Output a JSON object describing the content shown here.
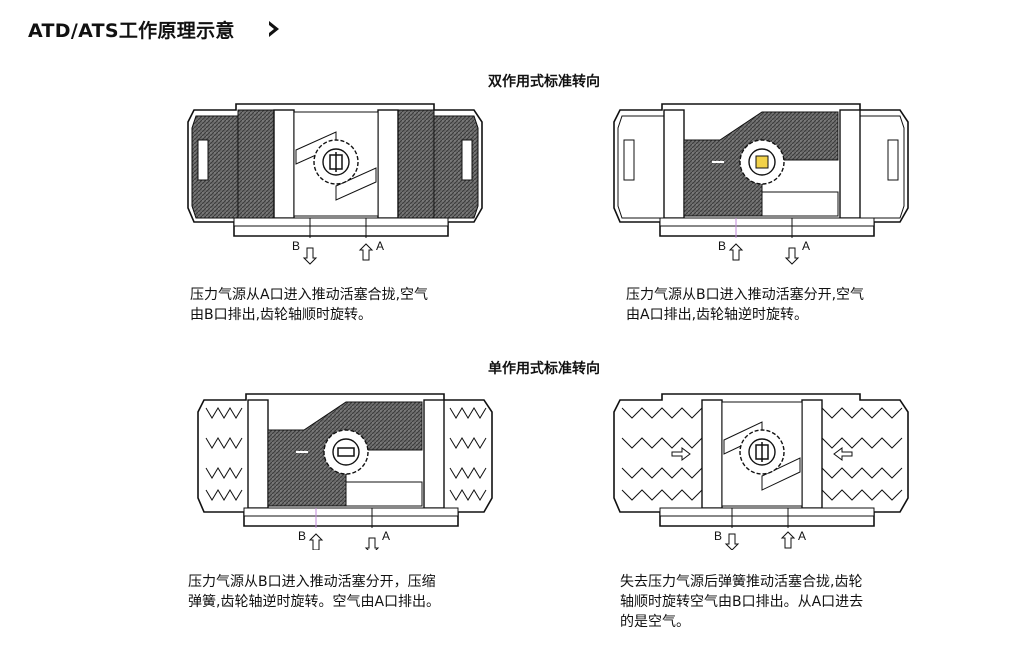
{
  "header": {
    "title": "ATD/ATS工作原理示意"
  },
  "sections": [
    {
      "heading": "双作用式标准转向",
      "diagrams": [
        {
          "port_b": "B",
          "port_a": "A",
          "caption_lines": [
            "压力气源从A口进入推动活塞合拢,空气",
            "由B口排出,齿轮轴顺时旋转。"
          ]
        },
        {
          "port_b": "B",
          "port_a": "A",
          "caption_lines": [
            "压力气源从B口进入推动活塞分开,空气",
            "由A口排出,齿轮轴逆时旋转。"
          ]
        }
      ]
    },
    {
      "heading": "单作用式标准转向",
      "diagrams": [
        {
          "port_b": "B",
          "port_a": "A",
          "caption_lines": [
            "压力气源从B口进入推动活塞分开，压缩",
            "弹簧,齿轮轴逆时旋转。空气由A口排出。"
          ]
        },
        {
          "port_b": "B",
          "port_a": "A",
          "caption_lines": [
            "失去压力气源后弹簧推动活塞合拢,齿轮",
            "轴顺时旋转空气由B口排出。从A口进去",
            "的是空气。"
          ]
        }
      ]
    }
  ]
}
